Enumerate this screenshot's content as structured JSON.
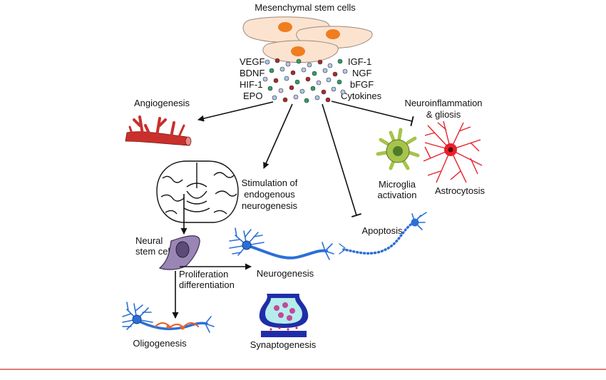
{
  "title": "Mesenchymal stem cells",
  "factors_left": [
    "VEGF",
    "BDNF",
    "HIF-1",
    "EPO"
  ],
  "factors_right": [
    "IGF-1",
    "NGF",
    "bFGF",
    "Cytokines"
  ],
  "labels": {
    "angiogenesis": "Angiogenesis",
    "stimulation": [
      "Stimulation of",
      "endogenous",
      "neurogenesis"
    ],
    "neuroinflammation": [
      "Neuroinflammation",
      "& gliosis"
    ],
    "microglia": [
      "Microglia",
      "activation"
    ],
    "astrocytosis": "Astrocytosis",
    "neural_stem_cell": [
      "Neural",
      "stem cell"
    ],
    "proliferation": [
      "Proliferation",
      "differentiation"
    ],
    "neurogenesis": "Neurogenesis",
    "apoptosis": "Apoptosis",
    "oligogenesis": "Oligogenesis",
    "synaptogenesis": "Synaptogenesis"
  },
  "colors": {
    "msc_cell": "#fbe3cf",
    "msc_nucleus": "#f07d1e",
    "vessel": "#c9302c",
    "microglia": "#a6c44a",
    "astrocyte": "#e8202a",
    "stem_cell": "#9a86b4",
    "neuron": "#2b6fd6",
    "myelin": "#e8642c",
    "synapse": "#1f2ea8",
    "divider": "#d45050"
  }
}
